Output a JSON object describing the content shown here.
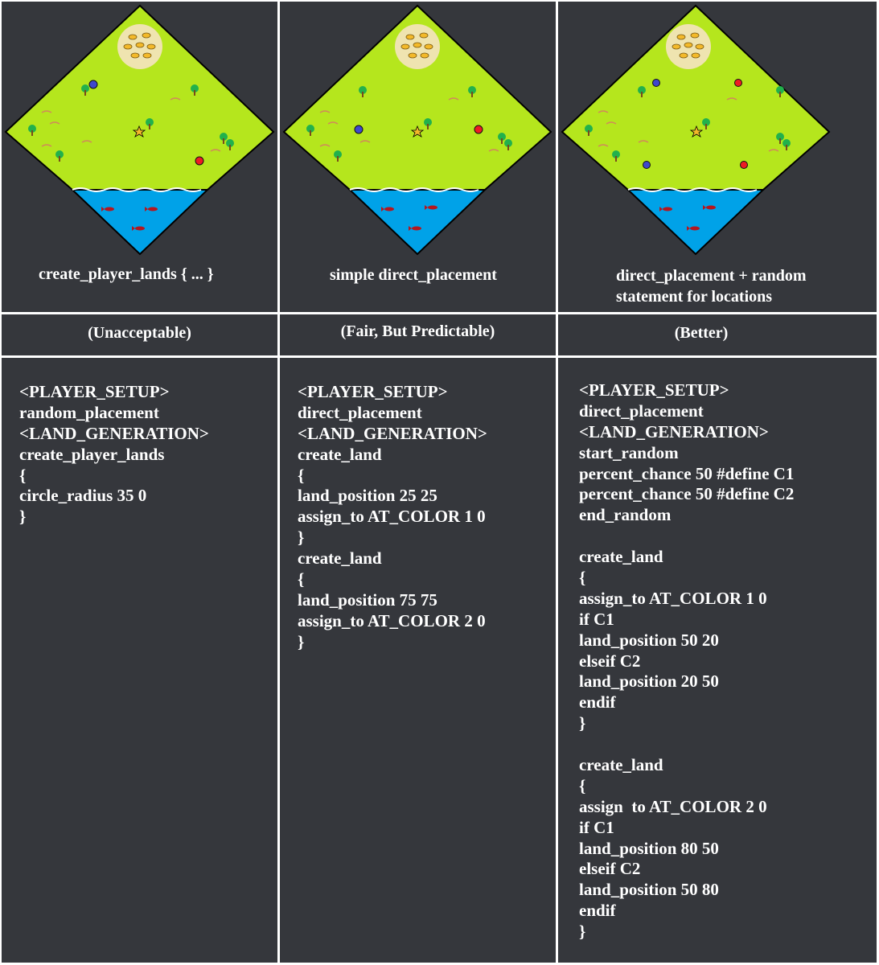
{
  "panels": [
    {
      "caption": [
        "create_player_lands { ... }"
      ],
      "rating": "(Unacceptable)",
      "code": [
        "<PLAYER_SETUP>",
        "random_placement",
        "<LAND_GENERATION>",
        "create_player_lands",
        "{",
        "circle_radius 35 0",
        "}"
      ]
    },
    {
      "caption": [
        "simple direct_placement"
      ],
      "rating": "(Fair, But Predictable)",
      "code": [
        "<PLAYER_SETUP>",
        "direct_placement",
        "<LAND_GENERATION>",
        "create_land",
        "{",
        "land_position 25 25",
        "assign_to AT_COLOR 1 0",
        "}",
        "create_land",
        "{",
        "land_position 75 75",
        "assign_to AT_COLOR 2 0",
        "}"
      ]
    },
    {
      "caption": [
        "direct_placement + random",
        "statement for locations"
      ],
      "rating": "(Better)",
      "code": [
        "<PLAYER_SETUP>",
        "direct_placement",
        "<LAND_GENERATION>",
        "start_random",
        "percent_chance 50 #define C1",
        "percent_chance 50 #define C2",
        "end_random",
        "",
        "create_land",
        "{",
        "assign_to AT_COLOR 1 0",
        "if C1",
        "land_position 50 20",
        "elseif C2",
        "land_position 20 50",
        "endif",
        "}",
        "",
        "create_land",
        "{",
        "assign  to AT_COLOR 2 0",
        "if C1",
        "land_position 80 50",
        "elseif C2",
        "land_position 50 80",
        "endif",
        "}"
      ]
    }
  ],
  "colors": {
    "background": "#35373c",
    "grid": "#ffffff",
    "grass": "#b5e61d",
    "water": "#00a2e8",
    "sand": "#efe4b0",
    "gold": "#f3b92a",
    "blue_player": "#3f48cc",
    "red_player": "#ed1c24",
    "tree": "#22b14c",
    "fish": "#b5161e"
  },
  "icons": [
    "gold-mine-icon",
    "tree-icon",
    "fish-icon",
    "star-icon",
    "player-start-icon"
  ]
}
